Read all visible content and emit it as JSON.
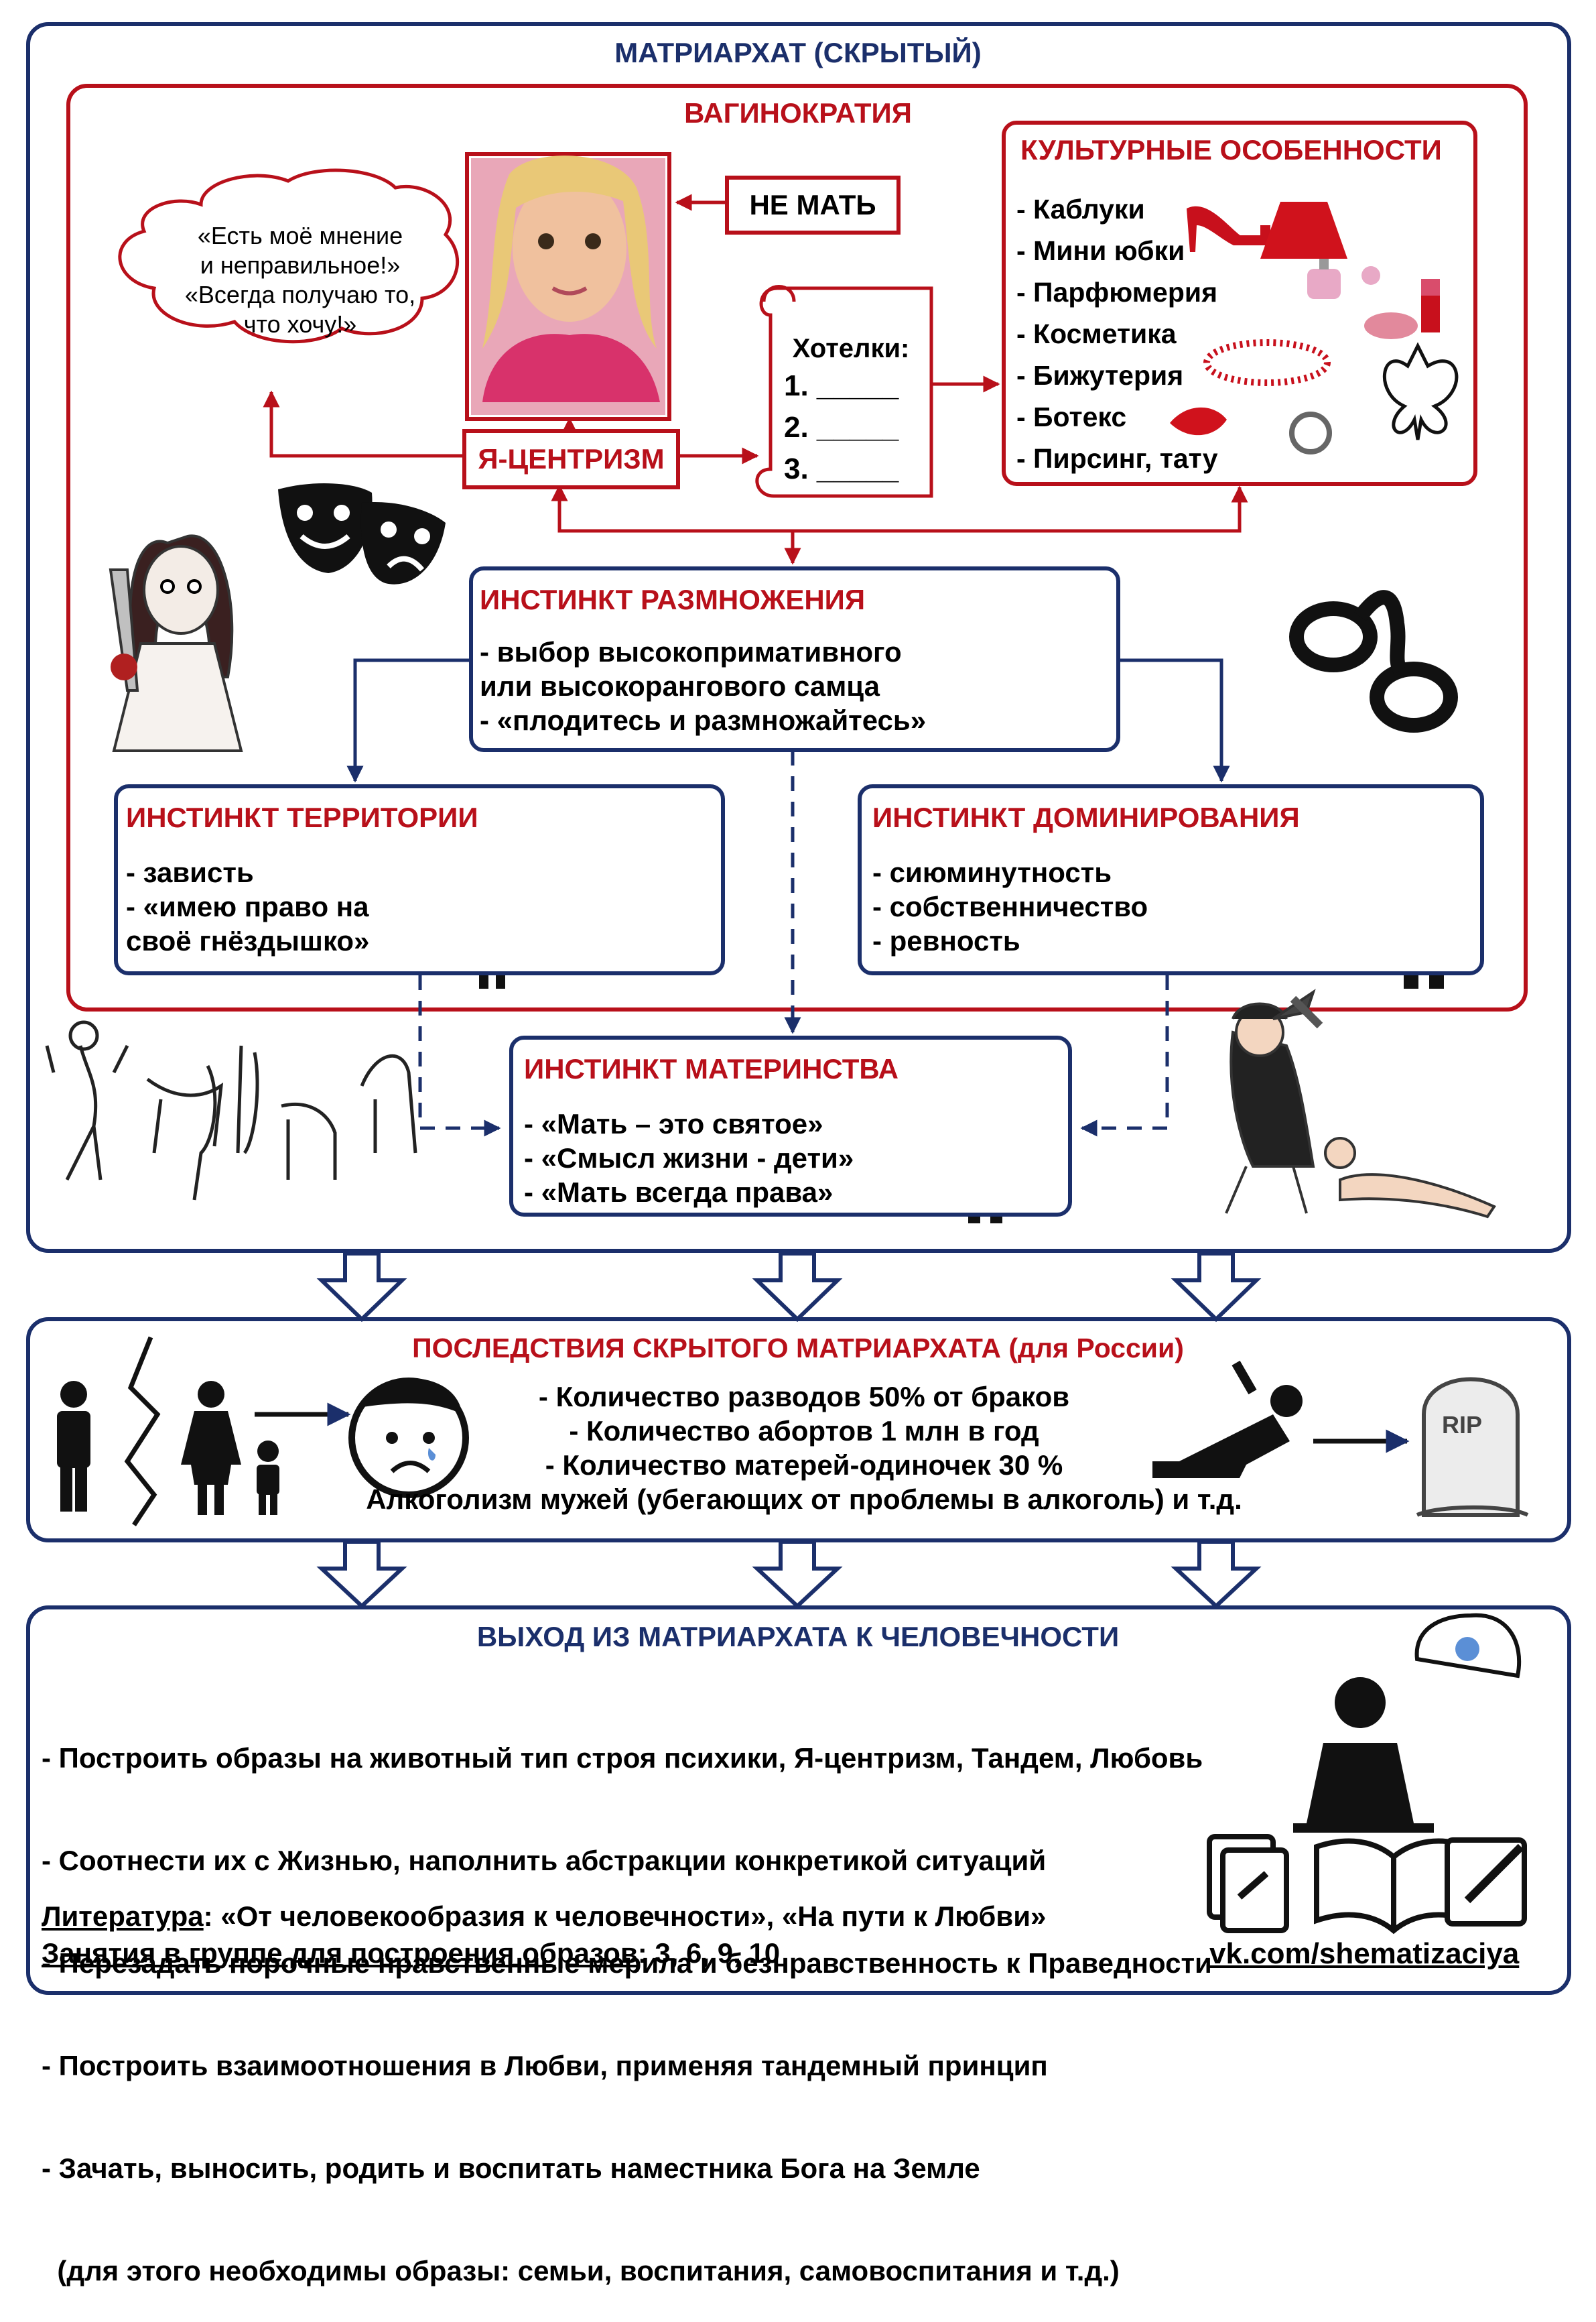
{
  "main_title": "МАТРИАРХАТ (СКРЫТЫЙ)",
  "vaginocracy": {
    "title": "ВАГИНОКРАТИЯ",
    "not_mother": "НЕ МАТЬ",
    "ego": "Я-ЦЕНТРИЗМ",
    "thought_lines": [
      "«Есть моё мнение",
      "и неправильное!»",
      "«Всегда получаю то,",
      "что хочу!»"
    ],
    "wishes": {
      "title": "Хотелки:",
      "items": [
        "1. _____",
        "2. _____",
        "3. _____"
      ]
    },
    "cultural": {
      "title": "КУЛЬТУРНЫЕ ОСОБЕННОСТИ",
      "items": [
        "- Каблуки",
        "- Мини юбки",
        "- Парфюмерия",
        "- Косметика",
        "- Бижутерия",
        "- Ботекс",
        "- Пирсинг, тату"
      ]
    }
  },
  "reproduction": {
    "title": "ИНСТИНКТ РАЗМНОЖЕНИЯ",
    "lines": [
      "- выбор высокопримативного",
      "или высокорангового самца",
      "- «плодитесь и размножайтесь»"
    ]
  },
  "territory": {
    "title": "ИНСТИНКТ ТЕРРИТОРИИ",
    "lines": [
      "- зависть",
      "- «имею право на",
      "своё гнёздышко»"
    ]
  },
  "domination": {
    "title": "ИНСТИНКТ ДОМИНИРОВАНИЯ",
    "lines": [
      "- сиюминутность",
      "- собственничество",
      "- ревность"
    ]
  },
  "motherhood": {
    "title": "ИНСТИНКТ МАТЕРИНСТВА",
    "lines": [
      "- «Мать – это святое»",
      "- «Смысл жизни - дети»",
      "- «Мать всегда права»"
    ]
  },
  "consequences": {
    "title": "ПОСЛЕДСТВИЯ СКРЫТОГО МАТРИАРХАТА (для России)",
    "lines": [
      "- Количество разводов 50% от браков",
      "- Количество абортов 1 млн в год",
      "- Количество матерей-одиночек 30 %",
      "Алкоголизм мужей (убегающих от проблемы в алкоголь) и т.д."
    ],
    "rip": "RIP"
  },
  "exit": {
    "title": "ВЫХОД ИЗ МАТРИАРХАТА К ЧЕЛОВЕЧНОСТИ",
    "lines": [
      "- Построить образы на животный тип строя психики, Я-центризм, Тандем, Любовь",
      "- Соотнести их с Жизнью, наполнить абстракции конкретикой ситуаций",
      "- Перезадать порочные нравственные мерила и безнравственность к Праведности",
      "- Построить взаимоотношения в Любви, применяя тандемный принцип",
      "- Зачать, выносить, родить и воспитать наместника Бога на Земле",
      "  (для этого необходимы образы: семьи, воспитания, самовоспитания и т.д.)"
    ],
    "lit_label": "Литература",
    "lit_text": ": «От человекообразия к человечности», «На пути к Любви»",
    "classes_label": "Занятия в группе для построения образов",
    "classes_text": ": 3, 6, 9, 10",
    "link": "vk.com/shematizaciya"
  },
  "colors": {
    "navy": "#1b2f6b",
    "red": "#b8101a",
    "icon_blue": "#5b8fd6"
  }
}
